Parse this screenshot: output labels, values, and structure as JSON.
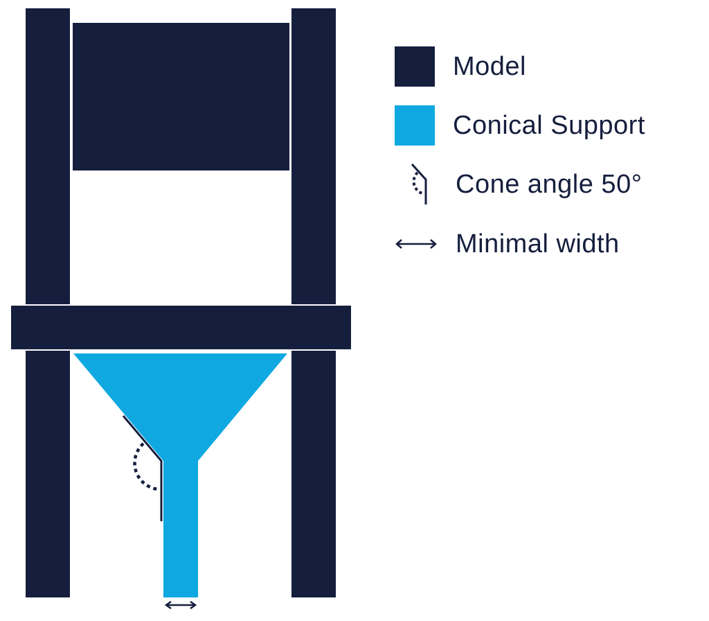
{
  "colors": {
    "model": "#151e3d",
    "conical_support": "#0fa8e0",
    "background": "#ffffff"
  },
  "legend": {
    "items": [
      {
        "label": "Model",
        "kind": "swatch",
        "color": "#151e3d"
      },
      {
        "label": "Conical Support",
        "kind": "swatch",
        "color": "#0fa8e0"
      },
      {
        "label": "Cone angle 50°",
        "kind": "cone-angle-icon"
      },
      {
        "label": "Minimal width",
        "kind": "double-arrow-icon"
      }
    ]
  }
}
